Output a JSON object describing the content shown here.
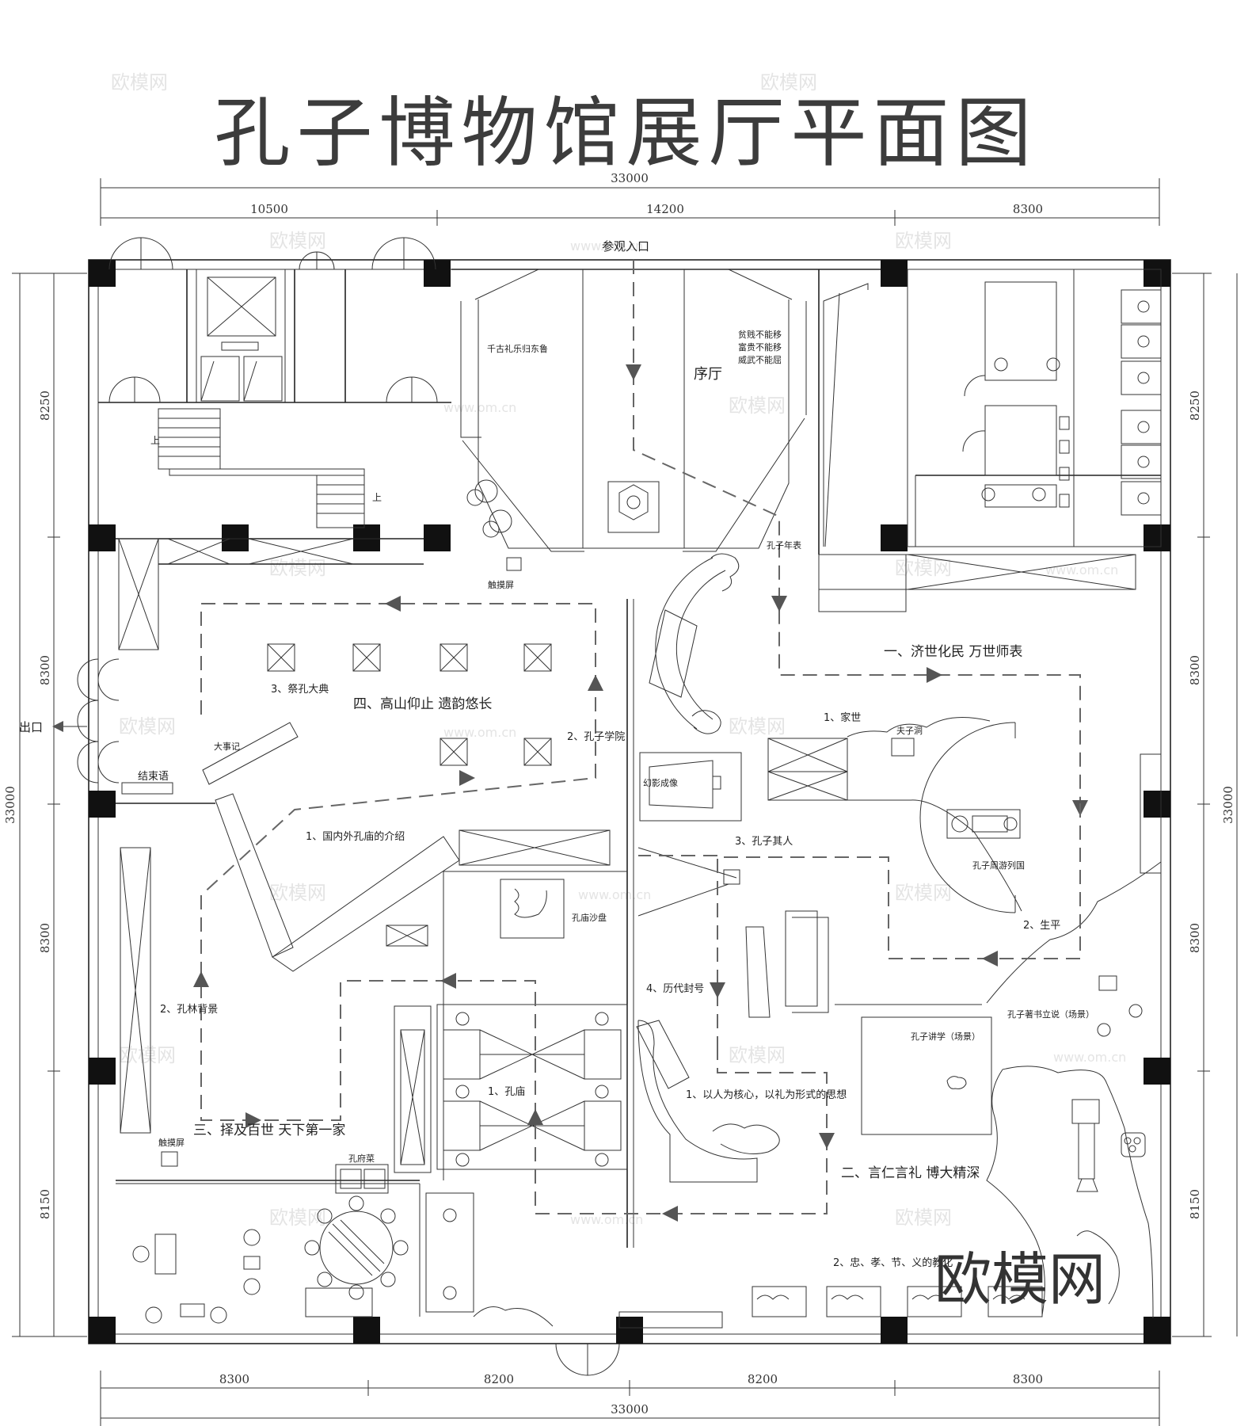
{
  "title": "孔子博物馆展厅平面图",
  "dimensions": {
    "overall_top": "33000",
    "overall_bottom": "33000",
    "overall_left": "33000",
    "overall_right": "33000",
    "top_segments": [
      "10500",
      "14200",
      "8300"
    ],
    "bottom_segments": [
      "8300",
      "8200",
      "8200",
      "8300"
    ],
    "left_segments": [
      "8250",
      "8300",
      "8300",
      "8150"
    ],
    "right_segments": [
      "8250",
      "8300",
      "8300",
      "8150"
    ]
  },
  "labels": {
    "entrance": "参观入口",
    "exit": "出口",
    "foyer": "序厅",
    "foyer_text_left": "千古礼乐归东鲁",
    "foyer_text_right_1": "贫贱不能移",
    "foyer_text_right_2": "富贵不能移",
    "foyer_text_right_3": "威武不能屈",
    "chronology": "孔子年表",
    "touch_screen_1": "触摸屏",
    "touch_screen_2": "触摸屏",
    "section_1": "一、济世化民 万世师表",
    "section_2": "二、言仁言礼 博大精深",
    "section_3": "三、择及百世 天下第一家",
    "section_4": "四、高山仰止 遗韵悠长",
    "s1_family": "1、家世",
    "s1_life": "2、生平",
    "s1_person": "3、孔子其人",
    "s1_titles": "4、历代封号",
    "s1_cave": "夫子洞",
    "s1_travel": "孔子周游列国",
    "s1_writing": "孔子著书立说（场景）",
    "s1_teaching": "孔子讲学（场景）",
    "s2_core": "1、以人为核心，以礼为形式的思想",
    "s2_virtues": "2、忠、孝、节、义的教化",
    "s3_temple": "1、孔庙",
    "s3_forest": "2、孔林背景",
    "s3_sandtable": "孔庙沙盘",
    "s3_cuisine": "孔府菜",
    "s4_ceremony": "3、祭孔大典",
    "s4_academy": "2、孔子学院",
    "s4_temples_intro": "1、国内外孔庙的介绍",
    "s4_events": "大事记",
    "conclusion": "结束语",
    "hologram": "幻影成像",
    "stair_up_1": "上",
    "stair_up_2": "上"
  },
  "watermarks": {
    "site": "欧模网",
    "url": "www.om.cn",
    "brand": "欧模网"
  }
}
